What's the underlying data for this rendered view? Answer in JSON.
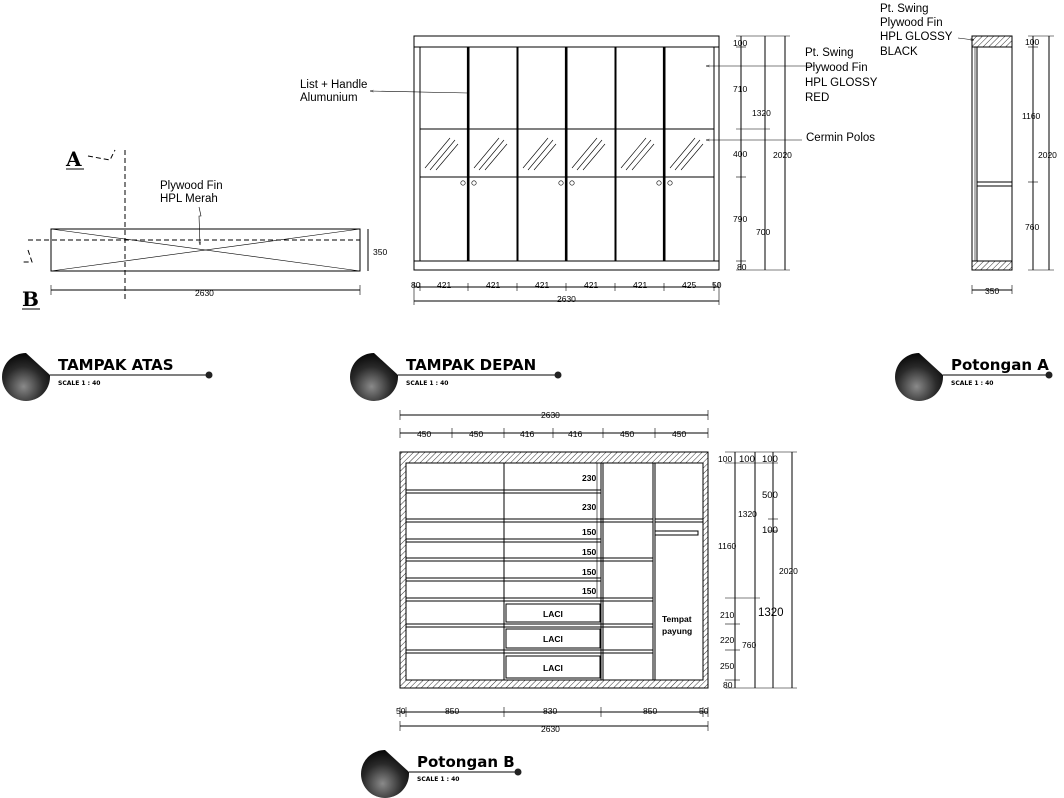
{
  "views": {
    "top": {
      "title": "TAMPAK ATAS",
      "scale": "SCALE 1 : 40",
      "note": [
        "Plywood Fin",
        "HPL Merah"
      ],
      "width_dim": "2630",
      "depth_dim": "350",
      "section_a": "A",
      "section_b": "B"
    },
    "front": {
      "title": "TAMPAK DEPAN",
      "scale": "SCALE 1 : 40",
      "note_list": [
        "List + Handle",
        "Alumunium"
      ],
      "note_door": [
        "Pt. Swing",
        "Plywood Fin",
        "HPL GLOSSY",
        "RED"
      ],
      "note_mirror": "Cermin Polos",
      "h_dims": [
        "80",
        "421",
        "421",
        "421",
        "421",
        "421",
        "425",
        "50"
      ],
      "total_dim": "2630",
      "v_dims": [
        "100",
        "710",
        "400",
        "790",
        "80"
      ],
      "v_dims_2": [
        "1320",
        "700"
      ],
      "v_total": "2020"
    },
    "section_a": {
      "title": "Potongan A",
      "scale": "SCALE 1 : 40",
      "note": [
        "Pt. Swing",
        "Plywood Fin",
        "HPL GLOSSY",
        "BLACK"
      ],
      "v_dims": [
        "100",
        "1160",
        "760"
      ],
      "v_total": "2020",
      "width_dim": "350"
    },
    "section_b": {
      "title": "Potongan B",
      "scale": "SCALE 1 : 40",
      "top_total": "2630",
      "top_dims": [
        "450",
        "450",
        "416",
        "416",
        "450",
        "450"
      ],
      "shelf_dims": [
        "230",
        "230",
        "150",
        "150",
        "150",
        "150"
      ],
      "drawers": [
        "LACI",
        "LACI",
        "LACI"
      ],
      "umbrella": [
        "Tempat",
        "payung"
      ],
      "v_dims_a": [
        "100",
        "1160",
        "210",
        "220",
        "250",
        "80"
      ],
      "v_dims_b": [
        "100",
        "1320",
        "760"
      ],
      "v_dims_c": [
        "100",
        "500",
        "100"
      ],
      "v_total": "2020",
      "bottom_dims": [
        "50",
        "850",
        "830",
        "850",
        "50"
      ],
      "bottom_total": "2630"
    }
  }
}
